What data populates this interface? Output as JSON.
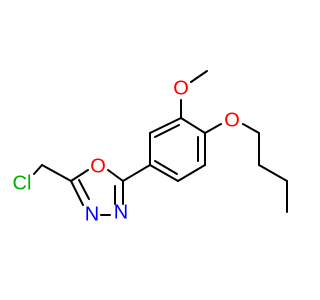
{
  "diagram": {
    "type": "chemical-structure",
    "atom_labels": {
      "o_methoxy": "O",
      "o_butoxy": "O",
      "o_ring": "O",
      "n_upper": "N",
      "n_lower": "N",
      "cl": "Cl"
    },
    "colors": {
      "oxygen": "#ff0000",
      "nitrogen": "#0000ff",
      "chlorine": "#00b000",
      "carbon": "#000000",
      "background": "#ffffff"
    }
  }
}
